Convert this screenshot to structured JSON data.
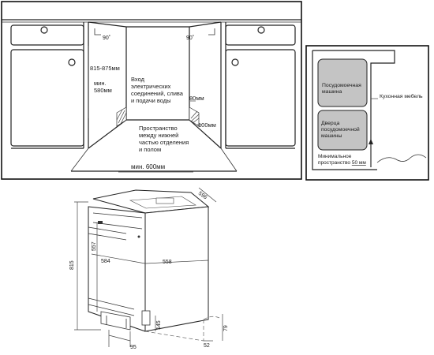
{
  "install_diagram": {
    "angle_left": "90˚",
    "angle_right": "90˚",
    "height_range": "815-875мм",
    "min_width_label": "мин. 580мм",
    "inlet_label": "Вход электрических соединений, слива и подачи воды",
    "depth_80": "80мм",
    "depth_100": "100мм",
    "space_label": "Пространство между нижней частью отделения и полом",
    "min_depth": "мин. 600мм"
  },
  "side_diagram": {
    "dishwasher": "Посудомоечная машина",
    "kitchen_furniture": "Кухонная мебель",
    "door": "Дверца посудомоечной машины",
    "min_space": "Минимальное пространство 50 мм",
    "min_space_line1": "Минимальное",
    "min_space_line2_prefix": "пространство ",
    "min_space_value": "50 мм",
    "fill_color": "#c4c4c4"
  },
  "dimension_drawing": {
    "d_596": "596",
    "d_815": "815",
    "d_557": "557",
    "d_584": "584",
    "d_558": "558",
    "d_145": "145",
    "d_79": "79",
    "d_52": "52",
    "d_95": "95"
  }
}
